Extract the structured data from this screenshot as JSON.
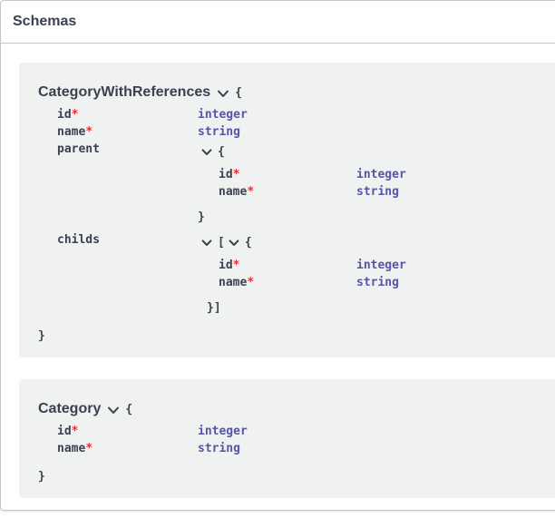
{
  "header": {
    "title": "Schemas"
  },
  "colors": {
    "section_border": "rgba(59,65,81,0.3)",
    "model_box_bg": "#f0f1f1",
    "heading": "#3b4151",
    "type": "#5555aa",
    "star": "#f42c2c"
  },
  "icons": {
    "toggle": "chevron-down"
  },
  "symbols": {
    "brace_open": "{",
    "brace_close": "}",
    "bracket_open": "[",
    "array_close": "}]"
  },
  "schemas": [
    {
      "name": "CategoryWithReferences",
      "properties": [
        {
          "name": "id",
          "star": "*",
          "type": "integer"
        },
        {
          "name": "name",
          "star": "*",
          "type": "string"
        },
        {
          "name": "parent",
          "schema": {
            "properties": [
              {
                "name": "id",
                "star": "*",
                "type": "integer"
              },
              {
                "name": "name",
                "star": "*",
                "type": "string"
              }
            ]
          }
        },
        {
          "name": "childs",
          "schema": {
            "properties": [
              {
                "name": "id",
                "star": "*",
                "type": "integer"
              },
              {
                "name": "name",
                "star": "*",
                "type": "string"
              }
            ]
          }
        }
      ]
    },
    {
      "name": "Category",
      "properties": [
        {
          "name": "id",
          "star": "*",
          "type": "integer"
        },
        {
          "name": "name",
          "star": "*",
          "type": "string"
        }
      ]
    }
  ]
}
